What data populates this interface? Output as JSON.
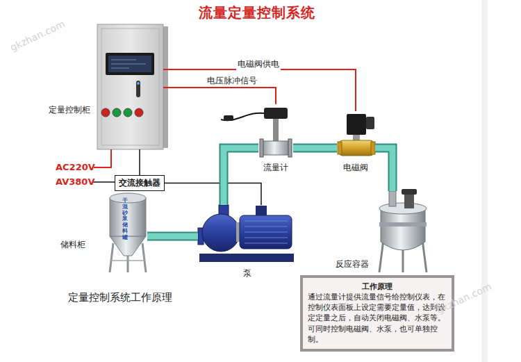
{
  "diagram": {
    "title": "流量定量控制系统",
    "nodes": [
      {
        "text": [
          "定量控制柜"
        ]
      },
      {
        "text": [
          "流量计"
        ]
      },
      {
        "text": [
          "电磁阀"
        ]
      },
      {
        "text": [
          "交流接触器"
        ]
      },
      {
        "text": [
          "储料柜",
          "干混砂浆储料罐"
        ]
      },
      {
        "text": [
          "泵"
        ]
      },
      {
        "text": [
          "反应容器"
        ]
      },
      {
        "text": [
          "工作原理",
          "通过流量计提供流量信号给控制仪表，在控制仪表面板上设定需要定量值，达到设定定量之后，自动关闭电磁阀、水泵等。可同时控制电磁阀、水泵，也可单独控制。"
        ]
      }
    ],
    "edges": [
      {
        "from": 0,
        "to": 2,
        "arrow": "none",
        "label": "电磁阀供电"
      },
      {
        "from": 1,
        "to": 0,
        "arrow": "none",
        "label": "电压脉冲信号"
      },
      {
        "from": 0,
        "to": 3,
        "arrow": "none"
      },
      {
        "from": 3,
        "to": 5,
        "arrow": "none"
      },
      {
        "from": 4,
        "to": 5,
        "arrow": "none"
      },
      {
        "from": 5,
        "to": 1,
        "arrow": "none"
      },
      {
        "from": 1,
        "to": 2,
        "arrow": "none"
      },
      {
        "from": 2,
        "to": 6,
        "arrow": "none"
      }
    ],
    "labels": [
      "AC220V",
      "AV380V",
      "定量控制系统工作原理",
      "gkzhan.com",
      "gkzhan.com"
    ]
  }
}
